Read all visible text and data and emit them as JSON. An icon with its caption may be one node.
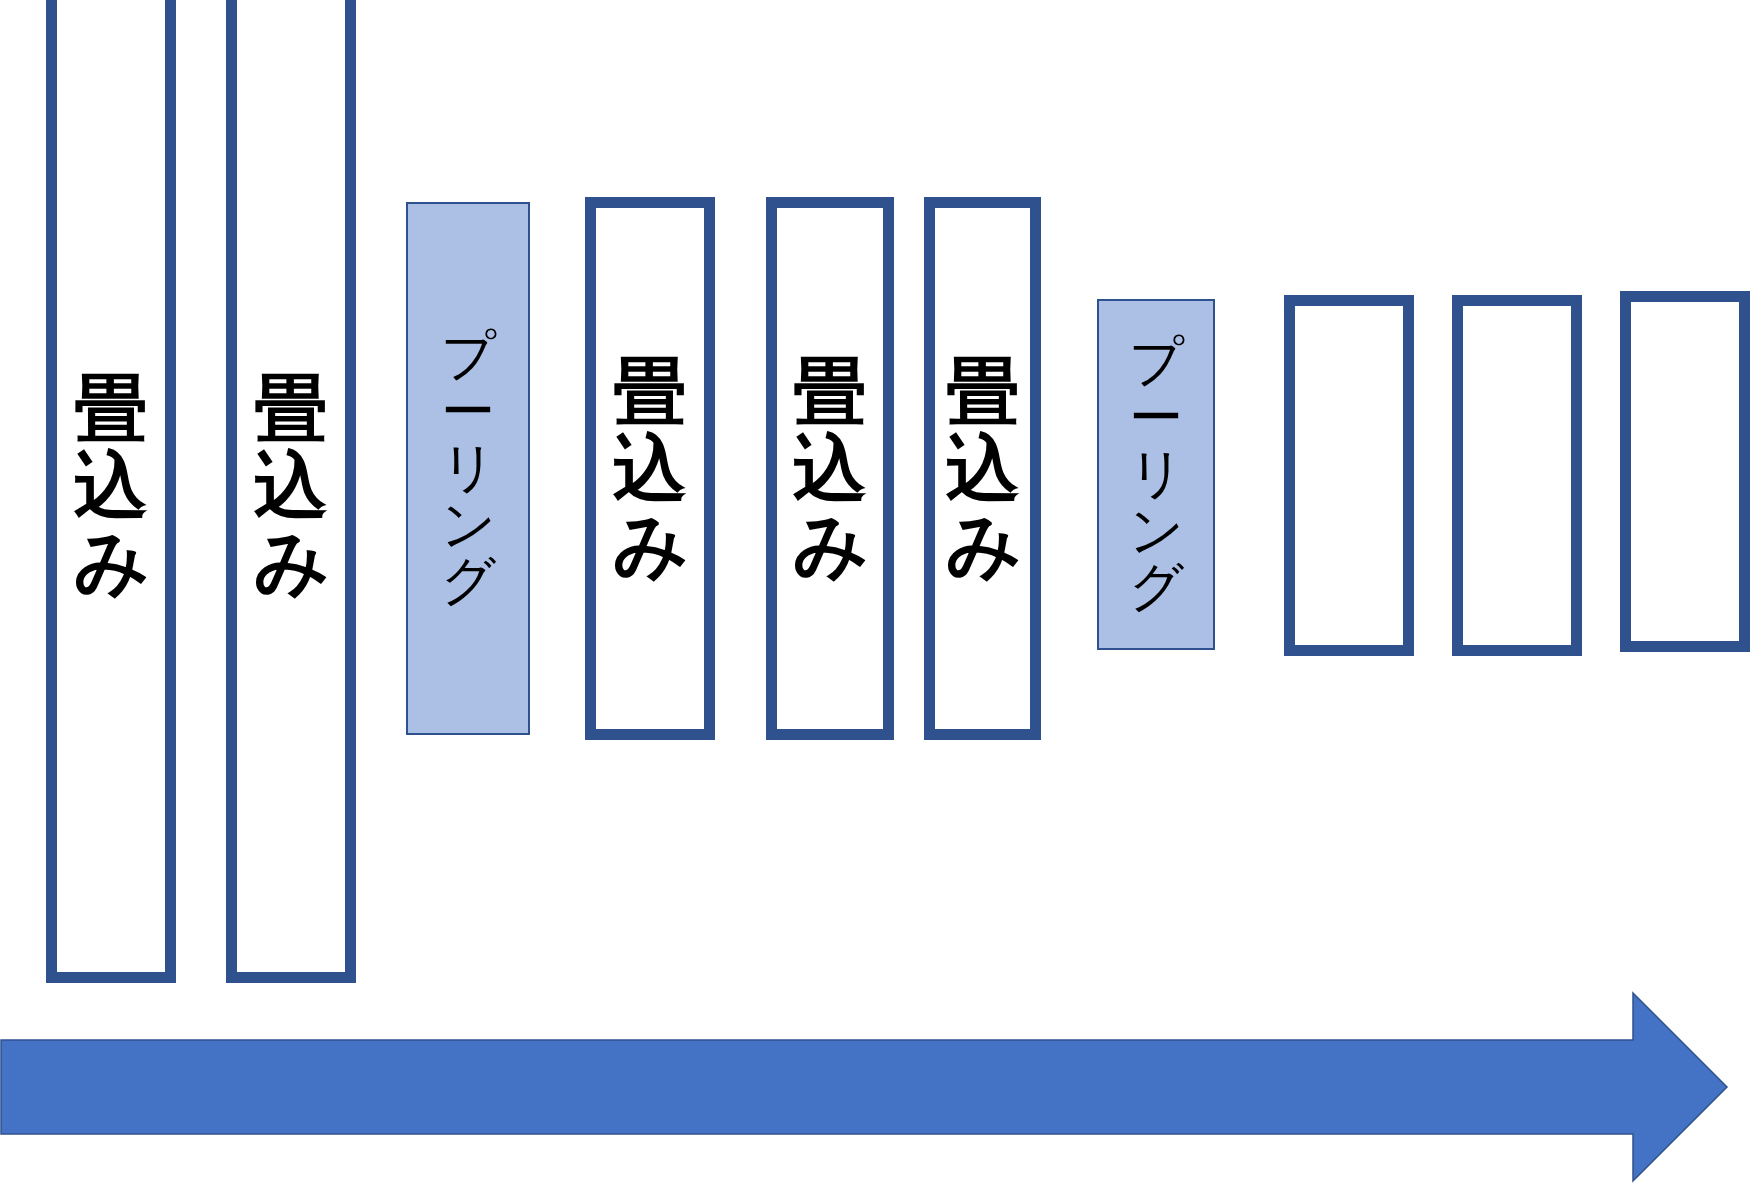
{
  "diagram": {
    "nodes": [
      {
        "text": [
          "畳込み"
        ]
      },
      {
        "text": [
          "畳込み"
        ]
      },
      {
        "text": [
          "プーリング"
        ]
      },
      {
        "text": [
          "畳込み"
        ]
      },
      {
        "text": [
          "畳込み"
        ]
      },
      {
        "text": [
          "畳込み"
        ]
      },
      {
        "text": [
          "プーリング"
        ]
      },
      {
        "text": [],
        "shape": "box"
      },
      {
        "text": [],
        "shape": "box"
      },
      {
        "text": [],
        "shape": "box"
      }
    ]
  }
}
